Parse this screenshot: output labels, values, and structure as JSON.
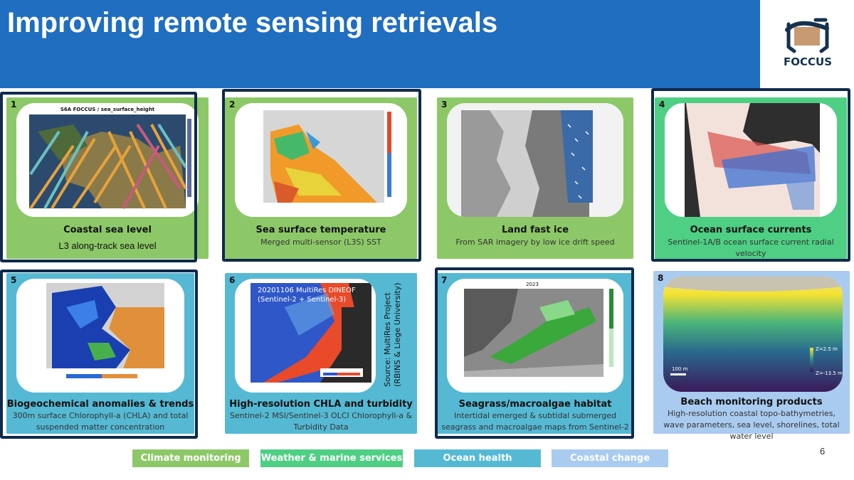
{
  "header": {
    "title": "Improving remote sensing retrievals"
  },
  "logo": {
    "text": "FOCCUS"
  },
  "page_number": "6",
  "panels": [
    {
      "number": "1",
      "title": "Coastal sea level",
      "subtitle": "L3 along-track sea level",
      "image_title": "S6A FOCCUS / sea_surface_height"
    },
    {
      "number": "2",
      "title": "Sea surface temperature",
      "subtitle": "Merged multi-sensor (L3S) SST"
    },
    {
      "number": "3",
      "title": "Land fast ice",
      "subtitle": "From SAR imagery by low ice drift speed"
    },
    {
      "number": "4",
      "title": "Ocean surface currents",
      "subtitle": "Sentinel-1A/B ocean surface current radial velocity"
    },
    {
      "number": "5",
      "title": "Biogeochemical anomalies & trends",
      "subtitle": "300m surface Chlorophyll-a (CHLA) and total suspended matter concentration"
    },
    {
      "number": "6",
      "title": "High-resolution CHLA and turbidity",
      "subtitle": "Sentinel-2 MSI/Sentinel-3 OLCI Chlorophyll-a & Turbidity Data",
      "image_caption": "20201106 MultiRes DINEOF\n(Sentinel-2 + Sentinel-3)",
      "source_line1": "Source: MultiRes Project",
      "source_line2": "(RBINS & Liege University)"
    },
    {
      "number": "7",
      "title": "Seagrass/macroalgae habitat",
      "subtitle": "Intertidal emerged & subtidal submerged seagrass and macroalgae maps from Sentinel-2",
      "image_year": "2023"
    },
    {
      "number": "8",
      "title": "Beach monitoring products",
      "subtitle": "High-resolution coastal topo-bathymetries, wave parameters, sea level, shorelines, total water level",
      "scale_label": "100 m",
      "z_top": "Z=2.5 m",
      "z_bottom": "Z=-13.5 m"
    }
  ],
  "legend": [
    {
      "label": "Climate monitoring",
      "color": "#8dc868"
    },
    {
      "label": "Weather & marine services",
      "color": "#4ecf84"
    },
    {
      "label": "Ocean health",
      "color": "#55b9d4"
    },
    {
      "label": "Coastal change",
      "color": "#a9cbef"
    }
  ]
}
